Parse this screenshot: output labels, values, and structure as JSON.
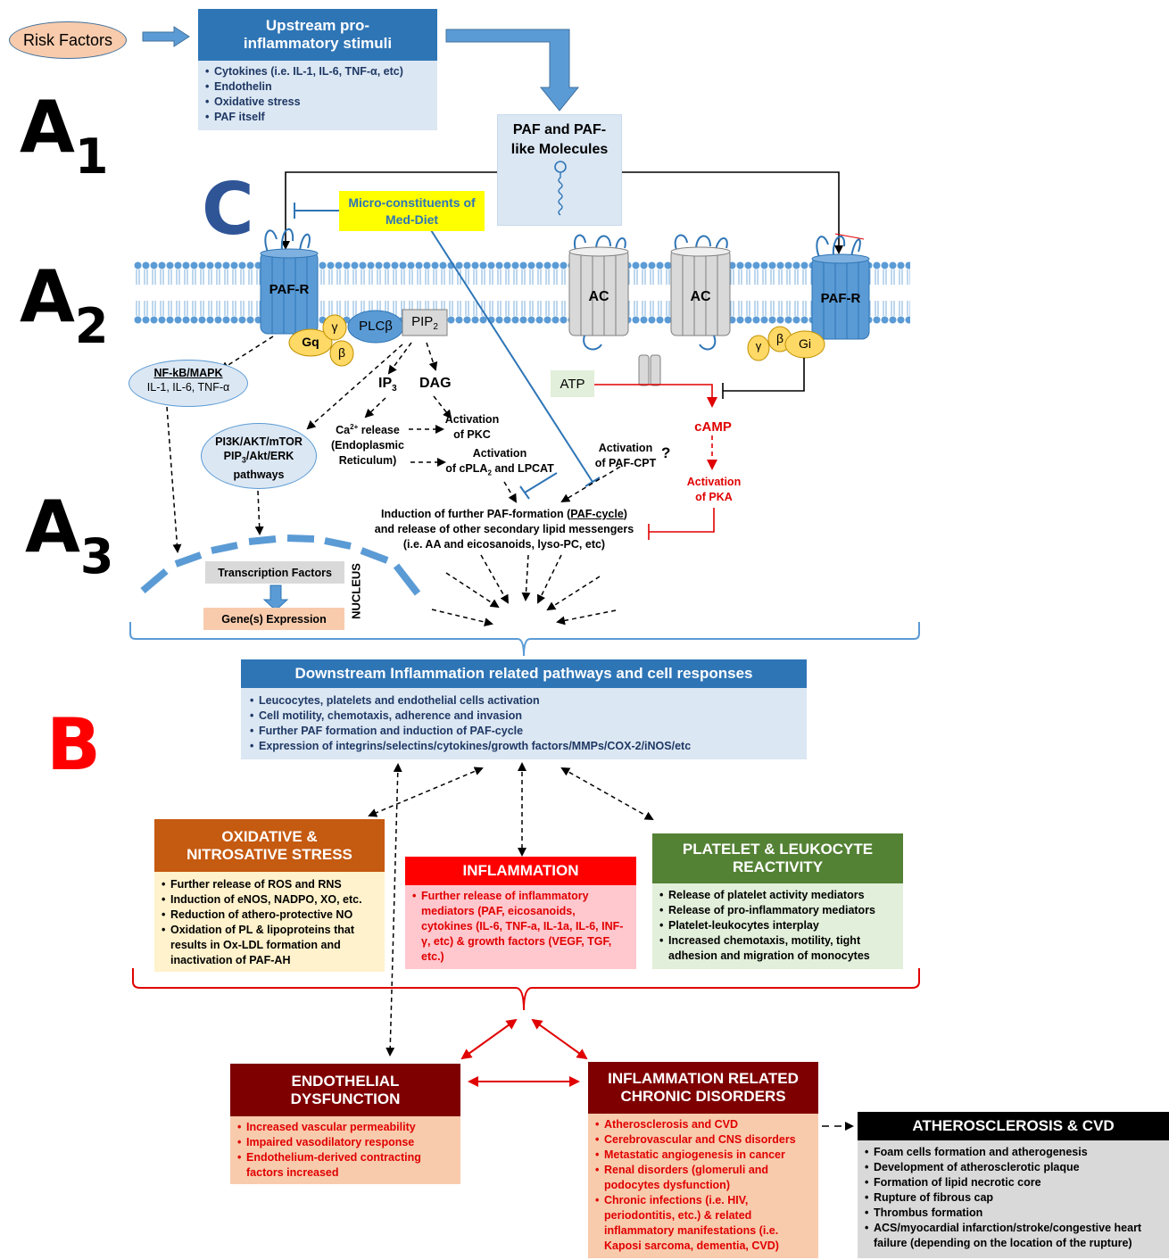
{
  "colors": {
    "blue_header": "#2e75b6",
    "light_blue": "#dbe7f3",
    "orange_header": "#c55a11",
    "red_header": "#ff0000",
    "green_header": "#548235",
    "dark_red_header": "#7f0000",
    "black_header": "#000000",
    "yellow": "#ffff00",
    "membrane": "#5b9bd5",
    "red_arrow": "#e00000"
  },
  "labels": {
    "A1": "A",
    "A1_sub": "1",
    "A2": "A",
    "A2_sub": "2",
    "A3": "A",
    "A3_sub": "3",
    "B": "B",
    "C": "C"
  },
  "risk_factors": "Risk Factors",
  "upstream": {
    "title": "Upstream pro-inflammatory stimuli",
    "items": [
      "Cytokines (i.e. IL-1, IL-6, TNF-α, etc)",
      "Endothelin",
      "Oxidative stress",
      "PAF itself"
    ]
  },
  "paf_molecules": "PAF and PAF-like Molecules",
  "med_diet": "Micro-constituents of Med-Diet",
  "membrane_items": {
    "paf_r_left": "PAF-R",
    "paf_r_right": "PAF-R",
    "ac1": "AC",
    "ac2": "AC",
    "gq": "Gq",
    "gamma_left": "γ",
    "beta_left": "β",
    "plcb": "PLCβ",
    "pip2": "PIP",
    "pip2_sub": "2",
    "gi": "Gi",
    "gamma_right": "γ",
    "beta_right": "β"
  },
  "signaling": {
    "nfkb": "NF-kB/MAPK",
    "nfkb_sub": "IL-1, IL-6, TNF-α",
    "pi3k_1": "PI3K/AKT/mTOR",
    "pi3k_2_a": "PIP",
    "pi3k_2_sub": "3",
    "pi3k_2_b": "/Akt/ERK",
    "pi3k_3": "pathways",
    "ip3": "IP",
    "ip3_sub": "3",
    "dag": "DAG",
    "ca_a": "Ca",
    "ca_sup": "2+",
    "ca_b": " release",
    "ca_2": "(Endoplasmic",
    "ca_3": "Reticulum)",
    "pkc_1": "Activation",
    "pkc_2": "of PKC",
    "cpla_1": "Activation",
    "cpla_2_a": "of cPLA",
    "cpla_2_sub": "2",
    "cpla_2_b": " and LPCAT",
    "pafcpt_1": "Activation",
    "pafcpt_2": "of PAF-CPT",
    "question": "?",
    "atp": "ATP",
    "camp": "cAMP",
    "pka_1": "Activation",
    "pka_2": "of PKA",
    "induction_1_a": "Induction of further PAF-formation (",
    "induction_1_u": "PAF-cycle",
    "induction_1_b": ")",
    "induction_2": "and release of other secondary lipid messengers",
    "induction_3": "(i.e. AA and eicosanoids, lyso-PC, etc)",
    "transcription": "Transcription Factors",
    "gene_expression": "Gene(s) Expression",
    "nucleus": "NUCLEUS"
  },
  "downstream": {
    "title": "Downstream Inflammation related  pathways and cell responses",
    "items": [
      "Leucocytes, platelets and endothelial cells activation",
      "Cell motility, chemotaxis, adherence and invasion",
      "Further PAF formation and induction of PAF-cycle",
      "Expression of integrins/selectins/cytokines/growth factors/MMPs/COX-2/iNOS/etc"
    ]
  },
  "oxidative": {
    "title": "OXIDATIVE & NITROSATIVE STRESS",
    "items": [
      "Further release of ROS and RNS",
      "Induction of eNOS, NADPO, XO, etc.",
      "Reduction of athero-protective NO",
      "Oxidation of PL & lipoproteins that results  in Ox-LDL formation and inactivation of PAF-AH"
    ]
  },
  "inflammation": {
    "title": "INFLAMMATION",
    "items": [
      "Further release of inflammatory mediators (PAF, eicosanoids, cytokines (IL-6, TNF-a, IL-1a, IL-6, INF-γ, etc) & growth factors (VEGF, TGF, etc.)"
    ]
  },
  "platelet": {
    "title": "PLATELET & LEUKOCYTE REACTIVITY",
    "items": [
      "Release of platelet activity mediators",
      "Release of pro-inflammatory mediators",
      "Platelet-leukocytes interplay",
      "Increased chemotaxis, motility, tight adhesion and migration of monocytes"
    ]
  },
  "endothelial": {
    "title": "ENDOTHELIAL DYSFUNCTION",
    "items": [
      "Increased vascular permeability",
      "Impaired vasodilatory response",
      "Endothelium-derived contracting factors increased"
    ]
  },
  "chronic": {
    "title": "INFLAMMATION RELATED CHRONIC DISORDERS",
    "items": [
      "Atherosclerosis and CVD",
      "Cerebrovascular and CNS disorders",
      "Metastatic angiogenesis in cancer",
      "Renal disorders (glomeruli and podocytes dysfunction)",
      "Chronic infections (i.e. HIV, periodontitis, etc.) & related inflammatory manifestations (i.e. Kaposi sarcoma, dementia,  CVD)"
    ]
  },
  "athero": {
    "title": "ATHEROSCLEROSIS & CVD",
    "items": [
      "Foam cells formation and atherogenesis",
      "Development of atherosclerotic plaque",
      "Formation of lipid necrotic core",
      "Rupture of fibrous cap",
      "Thrombus formation",
      "ACS/myocardial infarction/stroke/congestive heart failure (depending on the location of the rupture)"
    ]
  }
}
